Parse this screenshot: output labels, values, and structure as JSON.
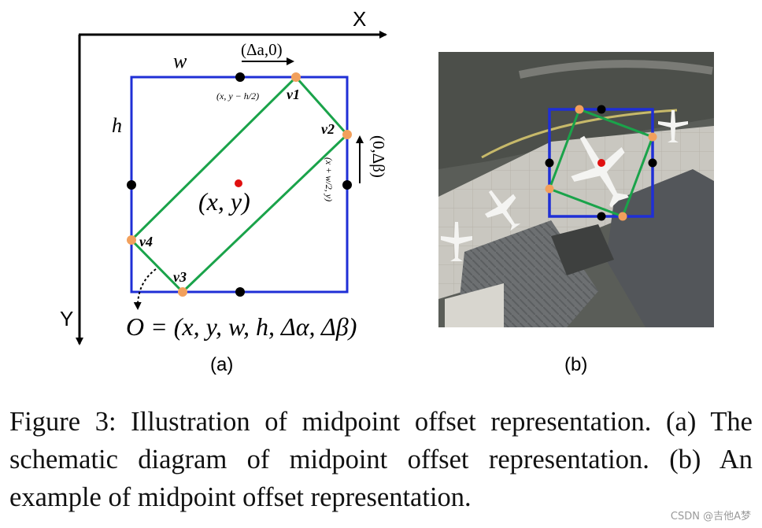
{
  "axes": {
    "x_label": "X",
    "y_label": "Y"
  },
  "schematic": {
    "width_label": "w",
    "height_label": "h",
    "center_label": "(x, y)",
    "offset_alpha_label": "(Δa,0)",
    "offset_beta_label": "(0,Δβ)",
    "top_mid_label": "(x, y − h/2)",
    "right_mid_label": "(x + w/2, y)",
    "v1_label": "v1",
    "v2_label": "v2",
    "v3_label": "v3",
    "v4_label": "v4",
    "formula": "O = (x, y, w, h, Δα, Δβ)",
    "sublabel": "(a)"
  },
  "example": {
    "sublabel": "(b)"
  },
  "caption": "Figure 3: Illustration of midpoint offset representation. (a) The schematic diagram of midpoint offset representation. (b) An example of midpoint offset representation.",
  "watermark": "CSDN @吉他A梦",
  "colors": {
    "box": "#1f2fd6",
    "rotated": "#1aa34a",
    "vertex": "#f2a05c",
    "midpoint": "#000000",
    "center": "#e01010"
  }
}
